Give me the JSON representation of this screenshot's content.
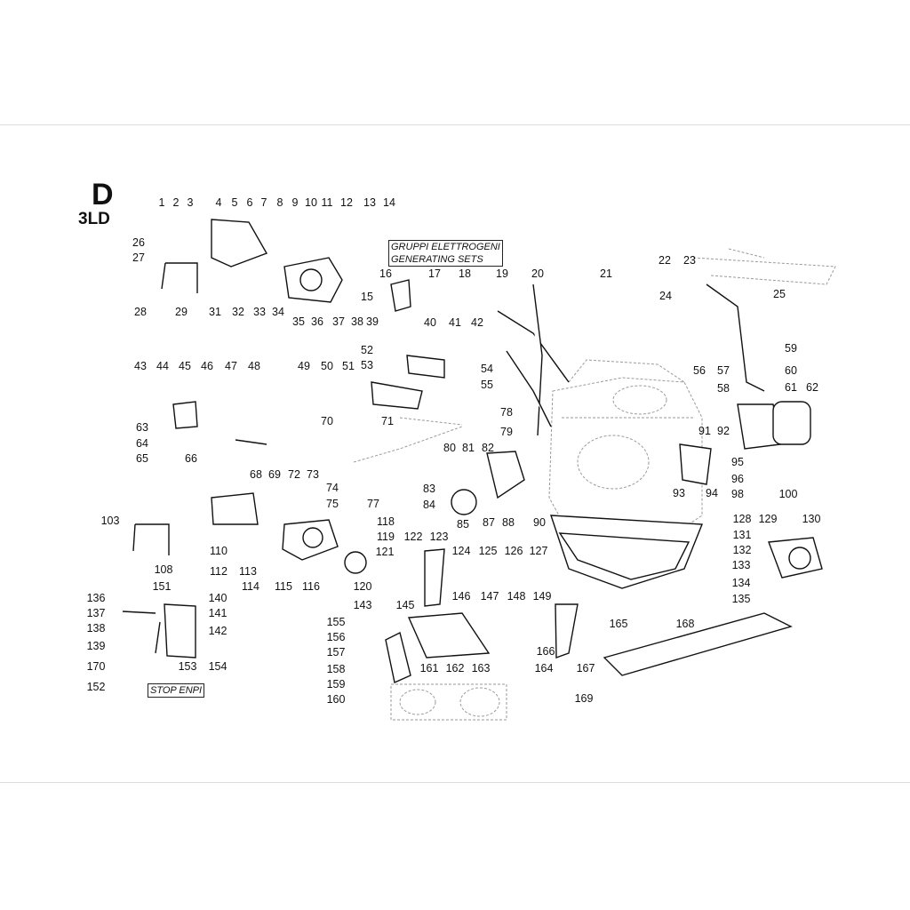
{
  "header": {
    "letter": "D",
    "model": "3LD"
  },
  "notes": {
    "generating_sets_it": "GRUPPI ELETTROGENI",
    "generating_sets_en": "GENERATING SETS",
    "stop_note": "STOP ENPI"
  },
  "callouts": [
    "1",
    "2",
    "3",
    "4",
    "5",
    "6",
    "7",
    "8",
    "9",
    "10",
    "11",
    "12",
    "13",
    "14",
    "15",
    "16",
    "17",
    "18",
    "19",
    "20",
    "21",
    "22",
    "23",
    "24",
    "25",
    "26",
    "27",
    "28",
    "29",
    "31",
    "32",
    "33",
    "34",
    "35",
    "36",
    "37",
    "38",
    "39",
    "40",
    "41",
    "42",
    "43",
    "44",
    "45",
    "46",
    "47",
    "48",
    "49",
    "50",
    "51",
    "52",
    "53",
    "54",
    "55",
    "56",
    "57",
    "58",
    "59",
    "60",
    "61",
    "62",
    "63",
    "64",
    "65",
    "66",
    "68",
    "69",
    "70",
    "71",
    "72",
    "73",
    "74",
    "75",
    "77",
    "78",
    "79",
    "80",
    "81",
    "82",
    "83",
    "84",
    "85",
    "87",
    "88",
    "90",
    "91",
    "92",
    "93",
    "94",
    "95",
    "96",
    "98",
    "100",
    "103",
    "108",
    "110",
    "112",
    "113",
    "114",
    "115",
    "116",
    "118",
    "119",
    "120",
    "121",
    "122",
    "123",
    "124",
    "125",
    "126",
    "127",
    "128",
    "129",
    "130",
    "131",
    "132",
    "133",
    "134",
    "135",
    "136",
    "137",
    "138",
    "139",
    "140",
    "141",
    "142",
    "143",
    "145",
    "146",
    "147",
    "148",
    "149",
    "151",
    "152",
    "153",
    "154",
    "155",
    "156",
    "157",
    "158",
    "159",
    "160",
    "161",
    "162",
    "163",
    "164",
    "165",
    "166",
    "167",
    "168",
    "169",
    "170"
  ],
  "colors": {
    "ink": "#111111",
    "phantom": "#9a9a9a",
    "rule": "#dcdcdc"
  }
}
